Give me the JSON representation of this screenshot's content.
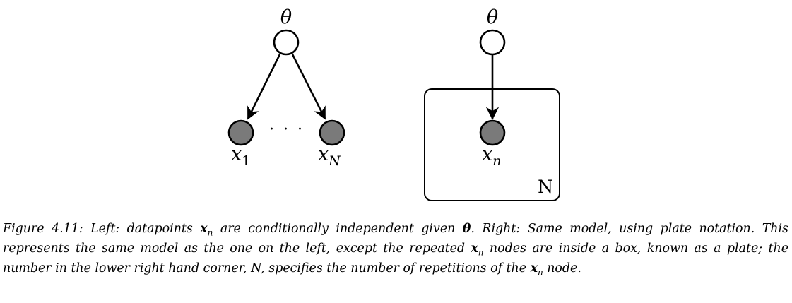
{
  "figure": {
    "left": {
      "parent_label": "θ",
      "child1_label": "x",
      "child1_sub": "1",
      "child2_label": "x",
      "child2_sub": "N",
      "ellipsis": "· · ·"
    },
    "right": {
      "parent_label": "θ",
      "child_label": "x",
      "child_sub": "n",
      "plate_label": "N"
    }
  },
  "caption": {
    "lead": "Figure 4.11: Left: datapoints ",
    "x1": "x",
    "x1_sub": "n",
    "t1": " are conditionally independent given ",
    "theta": "θ",
    "t2": ". Right: Same model, using plate notation. This represents the same model as the one on the left, except the repeated ",
    "x2": "x",
    "x2_sub": "n",
    "t3": " nodes are inside a box, known as a plate; the number in the lower right hand corner, N, specifies the number of repetitions of the ",
    "x3": "x",
    "x3_sub": "n",
    "t4": " node."
  },
  "colors": {
    "observed_fill": "#7a7a7a",
    "hidden_fill": "#ffffff",
    "stroke": "#000000"
  }
}
